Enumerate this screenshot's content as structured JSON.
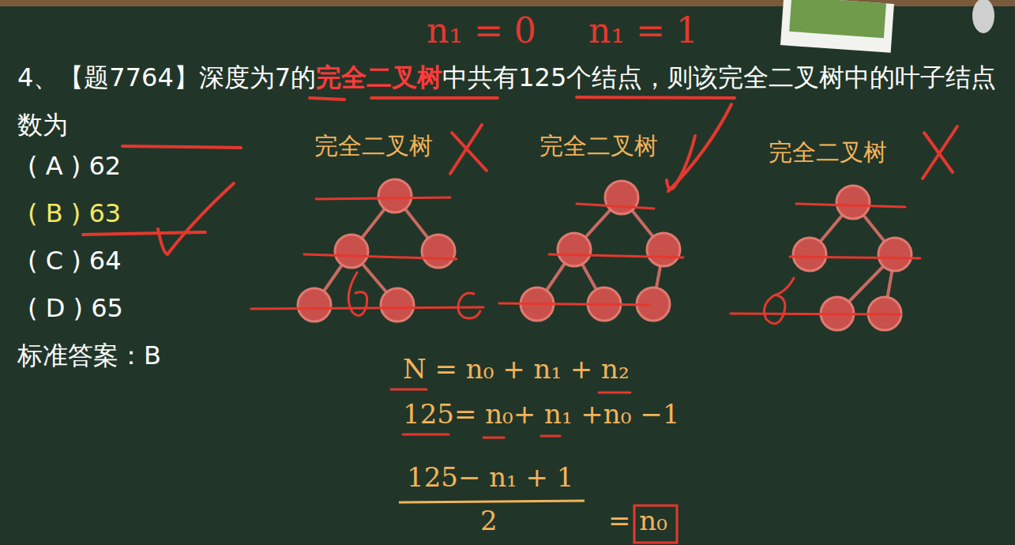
{
  "diagram": {
    "labels": [
      "n₁ = 0",
      "n₁ = 1",
      "4、【题7764】深度为7的",
      "完全二叉树",
      "中共有125个结点，则该完全二叉树中的叶子结点数为",
      "( A ) 62",
      "( B ) 63",
      "( C ) 64",
      "( D ) 65",
      "标准答案：B",
      "完全二叉树",
      "完全二叉树",
      "完全二叉树",
      "N = n₀ + n₁ + n₂",
      "125= n₀+ n₁ +n₀ −1",
      "125− n₁ + 1",
      "2",
      "= n₀"
    ]
  }
}
